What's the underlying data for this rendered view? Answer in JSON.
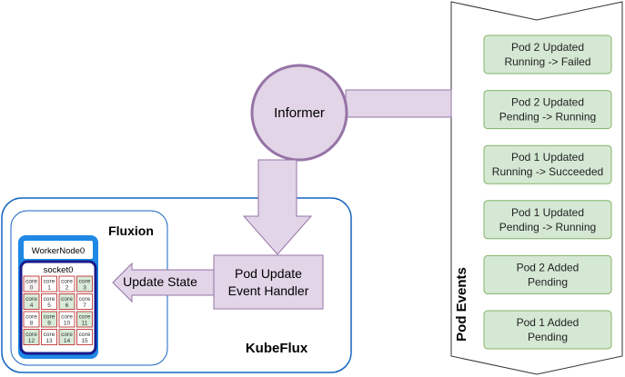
{
  "informer": {
    "label": "Informer"
  },
  "handler": {
    "line1": "Pod Update",
    "line2": "Event Handler"
  },
  "update_state": {
    "label": "Update State"
  },
  "fluxion": {
    "label": "Fluxion"
  },
  "kubeflux": {
    "label": "KubeFlux"
  },
  "worker": {
    "node_label": "WorkerNode0",
    "socket_label": "socket0",
    "cores": [
      {
        "line1": "core",
        "line2": "0",
        "fill": "#f8f0f0"
      },
      {
        "line1": "core",
        "line2": "1",
        "fill": "#ffffff"
      },
      {
        "line1": "core",
        "line2": "2",
        "fill": "#ffffff"
      },
      {
        "line1": "core",
        "line2": "3",
        "fill": "#d8ead8"
      },
      {
        "line1": "core",
        "line2": "4",
        "fill": "#d8ead8"
      },
      {
        "line1": "core",
        "line2": "5",
        "fill": "#ffffff"
      },
      {
        "line1": "core",
        "line2": "6",
        "fill": "#d8ead8"
      },
      {
        "line1": "core",
        "line2": "7",
        "fill": "#ffffff"
      },
      {
        "line1": "core",
        "line2": "8",
        "fill": "#ffffff"
      },
      {
        "line1": "core",
        "line2": "9",
        "fill": "#d8ead8"
      },
      {
        "line1": "core",
        "line2": "10",
        "fill": "#ffffff"
      },
      {
        "line1": "core",
        "line2": "11",
        "fill": "#d8ead8"
      },
      {
        "line1": "core",
        "line2": "12",
        "fill": "#d8ead8"
      },
      {
        "line1": "core",
        "line2": "13",
        "fill": "#ffffff"
      },
      {
        "line1": "core",
        "line2": "14",
        "fill": "#d8ead8"
      },
      {
        "line1": "core",
        "line2": "15",
        "fill": "#ffffff"
      }
    ]
  },
  "pod_events": {
    "title": "Pod Events",
    "events": [
      {
        "line1": "Pod 2 Updated",
        "line2": "Running -> Failed"
      },
      {
        "line1": "Pod 2 Updated",
        "line2": "Pending -> Running"
      },
      {
        "line1": "Pod 1 Updated",
        "line2": "Running -> Succeeded"
      },
      {
        "line1": "Pod 1 Updated",
        "line2": "Pending -> Running"
      },
      {
        "line1": "Pod 2 Added",
        "line2": "Pending"
      },
      {
        "line1": "Pod 1 Added",
        "line2": "Pending"
      }
    ]
  },
  "colors": {
    "arrow_fill": "#e1d5e7",
    "arrow_stroke": "#9673a6",
    "blue_border": "#1565c0",
    "node_blue": "#1e88e5",
    "socket_navy": "#1a1a8c",
    "core_border": "#b71c1c",
    "event_fill": "#d5e8d4",
    "event_stroke": "#82b366"
  }
}
